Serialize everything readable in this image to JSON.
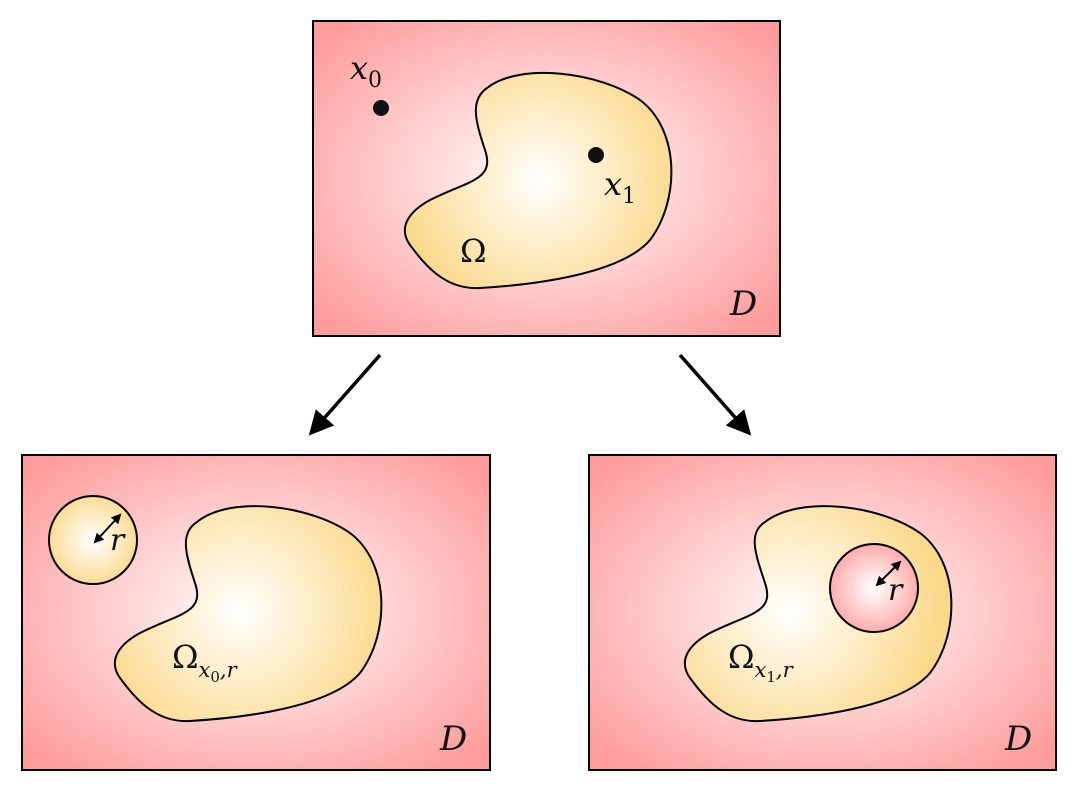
{
  "colors": {
    "domain_outer": "#ff9c9c",
    "domain_inner": "#ffffff",
    "shape_outer": "#fbd98b",
    "shape_inner": "#ffffff",
    "stroke": "#000000"
  },
  "panels": {
    "top": {
      "domain_label": "D",
      "shape_label": "Ω",
      "point0_label": "x",
      "point0_sub": "0",
      "point1_label": "x",
      "point1_sub": "1"
    },
    "bottom_left": {
      "domain_label": "D",
      "shape_label": "Ω",
      "shape_sub_a": "x",
      "shape_sub_b": "0",
      "shape_sub_c": ",r",
      "radius_label": "r"
    },
    "bottom_right": {
      "domain_label": "D",
      "shape_label": "Ω",
      "shape_sub_a": "x",
      "shape_sub_b": "1",
      "shape_sub_c": ",r",
      "radius_label": "r"
    }
  }
}
